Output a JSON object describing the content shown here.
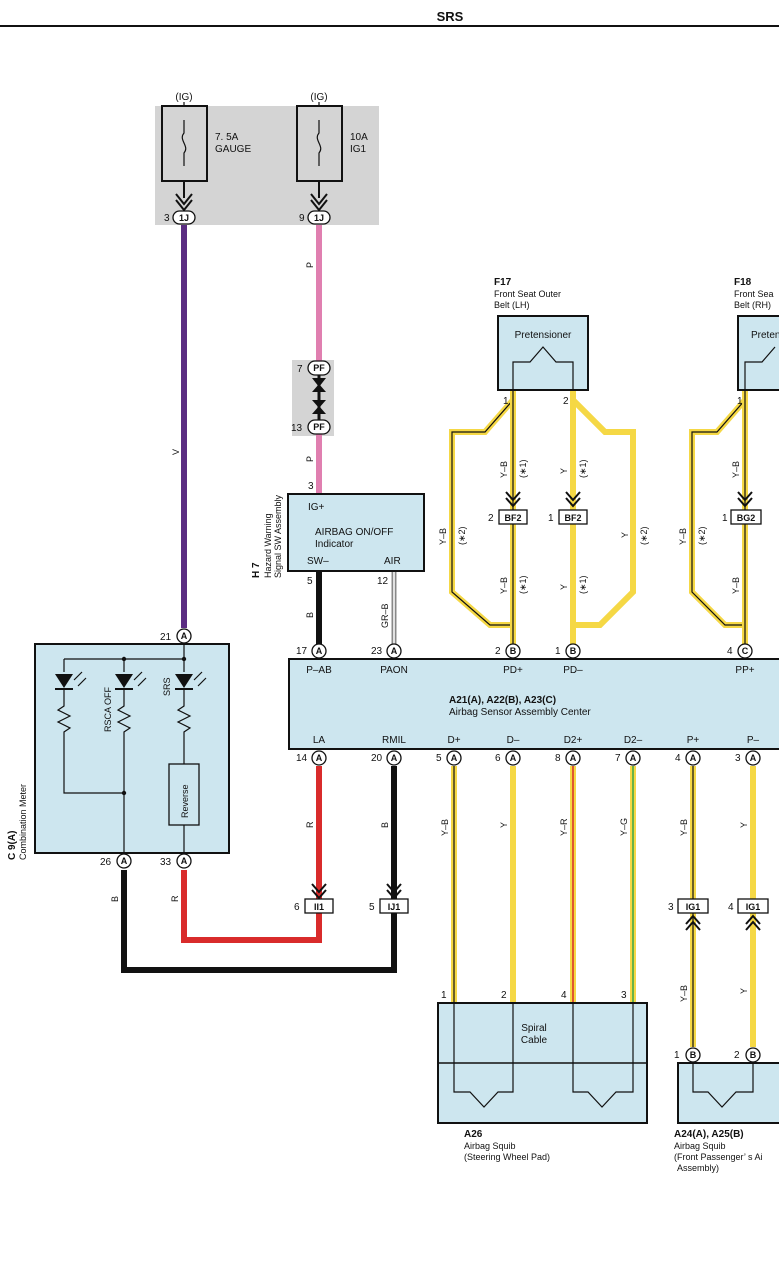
{
  "header": {
    "title": "SRS"
  },
  "fuses": [
    {
      "supply": "(IG)",
      "rating": "7. 5A",
      "name": "GAUGE",
      "pin": "3",
      "connector": "1J"
    },
    {
      "supply": "(IG)",
      "rating": "10A",
      "name": "IG1",
      "pin": "9",
      "connector": "1J"
    }
  ],
  "junctions": {
    "pf_top": {
      "pin": "7",
      "label": "PF"
    },
    "pf_bottom": {
      "pin": "13",
      "label": "PF"
    },
    "bf2_a": {
      "pin": "2",
      "label": "BF2"
    },
    "bf2_b": {
      "pin": "1",
      "label": "BF2"
    },
    "bg2": {
      "pin": "1",
      "label": "BG2"
    },
    "ii1": {
      "pin": "6",
      "label": "II1"
    },
    "ij1": {
      "pin": "5",
      "label": "IJ1"
    },
    "ig1_a": {
      "pin": "3",
      "label": "IG1"
    },
    "ig1_b": {
      "pin": "4",
      "label": "IG1"
    }
  },
  "wires": {
    "v": "V",
    "p": "P",
    "b": "B",
    "grb": "GR–B",
    "r": "R",
    "yb": "Y–B",
    "y": "Y",
    "yr": "Y–R",
    "yg": "Y–G",
    "note1": "(∗1)",
    "note2": "(∗2)"
  },
  "components": {
    "h7": {
      "code": "H 7",
      "name_line1": "Hazard Warning",
      "name_line2": "Signal SW Assembly",
      "pin_top": "3",
      "term_top": "IG+",
      "label_line1": "AIRBAG ON/OFF",
      "label_line2": "Indicator",
      "term_sw": "SW–",
      "term_air": "AIR",
      "pin_sw": "5",
      "pin_air": "12"
    },
    "c9": {
      "code": "C 9(A)",
      "name": "Combination Meter",
      "pin_top": "21",
      "conn": "A",
      "rsca": "RSCA OFF",
      "srs": "SRS",
      "reverse": "Reverse",
      "pin_26": "26",
      "pin_33": "33"
    },
    "f17": {
      "code": "F17",
      "name_line1": "Front Seat Outer",
      "name_line2": "Belt (LH)",
      "label": "Pretensioner",
      "pin1": "1",
      "pin2": "2"
    },
    "f18": {
      "code": "F18",
      "name_line1": "Front Sea",
      "name_line2": "Belt (RH)",
      "label": "Preten",
      "pin1": "1"
    },
    "center": {
      "code": "A21(A), A22(B), A23(C)",
      "name": "Airbag Sensor Assembly Center",
      "top_terms": [
        {
          "pin": "17",
          "conn": "A",
          "term": "P–AB"
        },
        {
          "pin": "23",
          "conn": "A",
          "term": "PAON"
        },
        {
          "pin": "2",
          "conn": "B",
          "term": "PD+"
        },
        {
          "pin": "1",
          "conn": "B",
          "term": "PD–"
        },
        {
          "pin": "4",
          "conn": "C",
          "term": "PP+"
        }
      ],
      "bottom_terms": [
        {
          "pin": "14",
          "conn": "A",
          "term": "LA"
        },
        {
          "pin": "20",
          "conn": "A",
          "term": "RMIL"
        },
        {
          "pin": "5",
          "conn": "A",
          "term": "D+"
        },
        {
          "pin": "6",
          "conn": "A",
          "term": "D–"
        },
        {
          "pin": "8",
          "conn": "A",
          "term": "D2+"
        },
        {
          "pin": "7",
          "conn": "A",
          "term": "D2–"
        },
        {
          "pin": "4",
          "conn": "A",
          "term": "P+"
        },
        {
          "pin": "3",
          "conn": "A",
          "term": "P–"
        }
      ]
    },
    "a26": {
      "code": "A26",
      "name_line1": "Airbag Squib",
      "name_line2": "(Steering Wheel Pad)",
      "label_line1": "Spiral",
      "label_line2": "Cable",
      "pins": [
        "1",
        "2",
        "4",
        "3"
      ]
    },
    "a24": {
      "code": "A24(A), A25(B)",
      "name_line1": "Airbag Squib",
      "name_line2": "(Front Passenger’ s Ai",
      "name_line3": "Assembly)",
      "pin1": "1",
      "pin2": "2",
      "conn": "B"
    }
  },
  "colors": {
    "purple": "#5b2d82",
    "pink": "#e07fb0",
    "black": "#111111",
    "red": "#d92b2b",
    "yellow": "#f5d845",
    "box": "#cde6ef",
    "fuse_bg": "#d4d4d4",
    "green": "#3aa64a"
  }
}
